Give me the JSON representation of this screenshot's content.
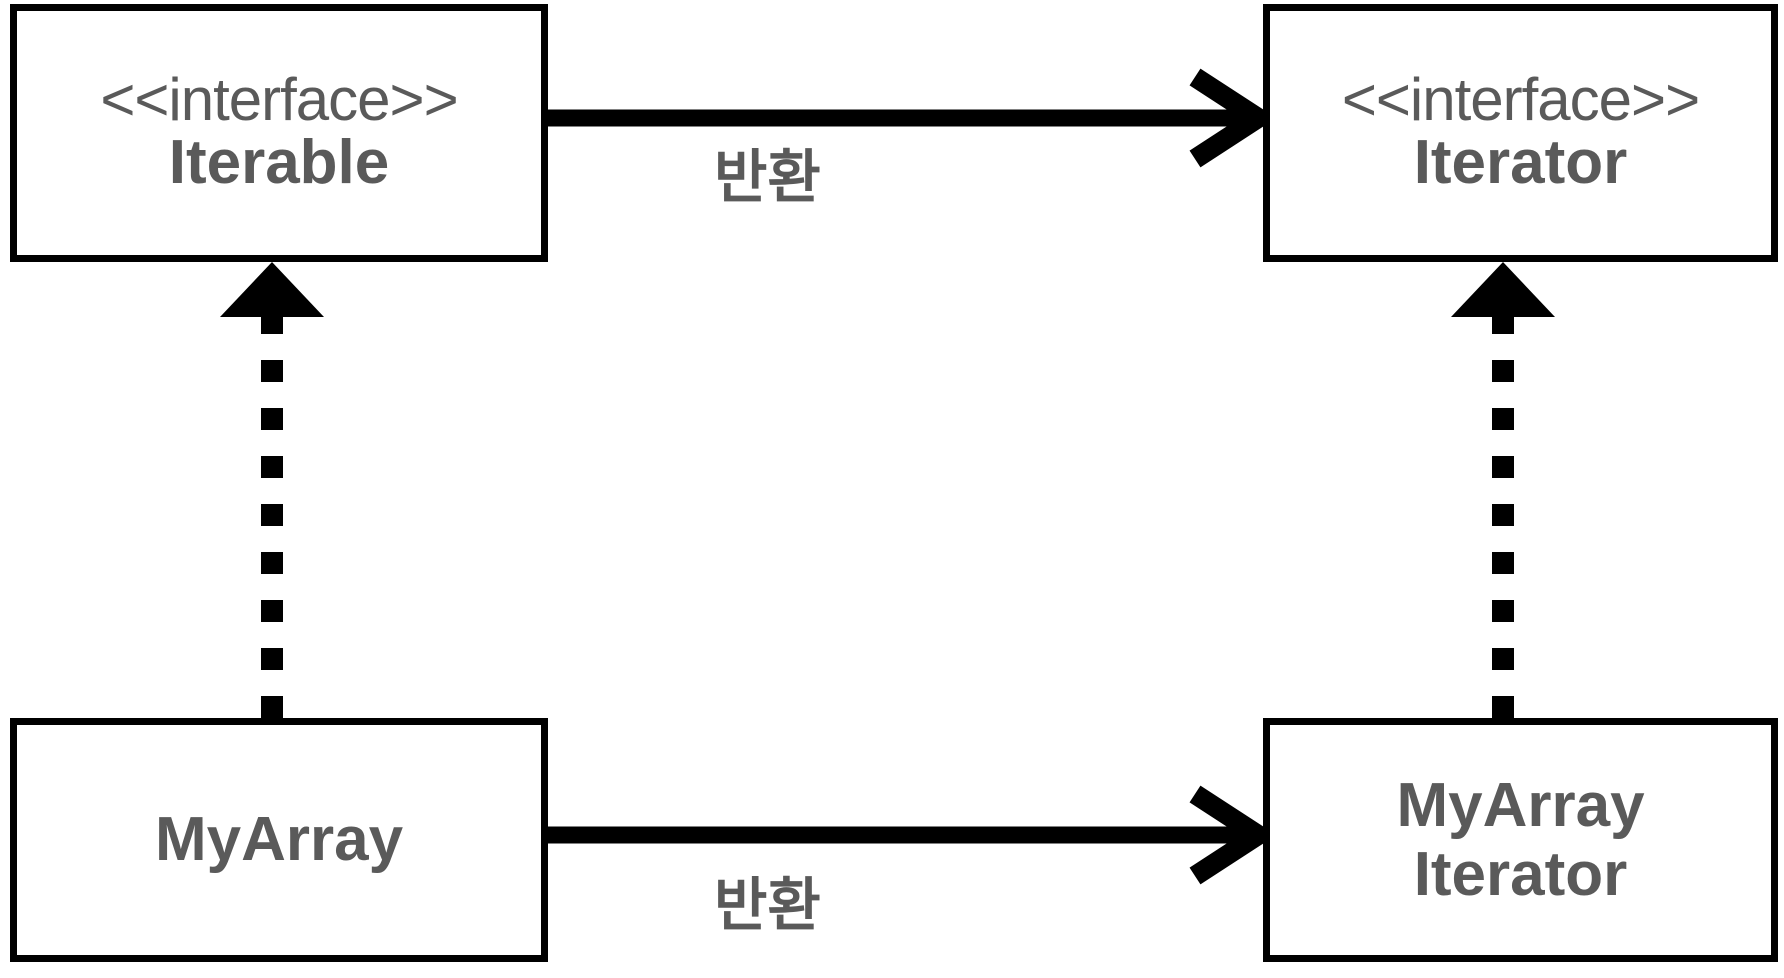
{
  "diagram": {
    "type": "uml-class-diagram",
    "background_color": "#ffffff",
    "line_color": "#000000",
    "text_color": "#5a5a5a",
    "classes": [
      {
        "id": "iterable",
        "stereotype": "<<interface>>",
        "name": "Iterable",
        "name_line1": "Iterable",
        "name_line2": "",
        "position": "top-left"
      },
      {
        "id": "iterator",
        "stereotype": "<<interface>>",
        "name": "Iterator",
        "name_line1": "Iterator",
        "name_line2": "",
        "position": "top-right"
      },
      {
        "id": "myarray",
        "stereotype": "",
        "name": "MyArray",
        "name_line1": "MyArray",
        "name_line2": "",
        "position": "bottom-left"
      },
      {
        "id": "myarrayiterator",
        "stereotype": "",
        "name": "MyArray Iterator",
        "name_line1": "MyArray",
        "name_line2": "Iterator",
        "position": "bottom-right"
      }
    ],
    "edges": [
      {
        "id": "iterable-returns-iterator",
        "from": "iterable",
        "to": "iterator",
        "style": "solid",
        "arrowhead": "open",
        "label": "반환"
      },
      {
        "id": "myarray-returns-myarrayiterator",
        "from": "myarray",
        "to": "myarrayiterator",
        "style": "solid",
        "arrowhead": "open",
        "label": "반환"
      },
      {
        "id": "myarray-implements-iterable",
        "from": "myarray",
        "to": "iterable",
        "style": "dashed",
        "arrowhead": "closed-triangle",
        "label": ""
      },
      {
        "id": "myarrayiterator-implements-iterator",
        "from": "myarrayiterator",
        "to": "iterator",
        "style": "dashed",
        "arrowhead": "closed-triangle",
        "label": ""
      }
    ]
  }
}
